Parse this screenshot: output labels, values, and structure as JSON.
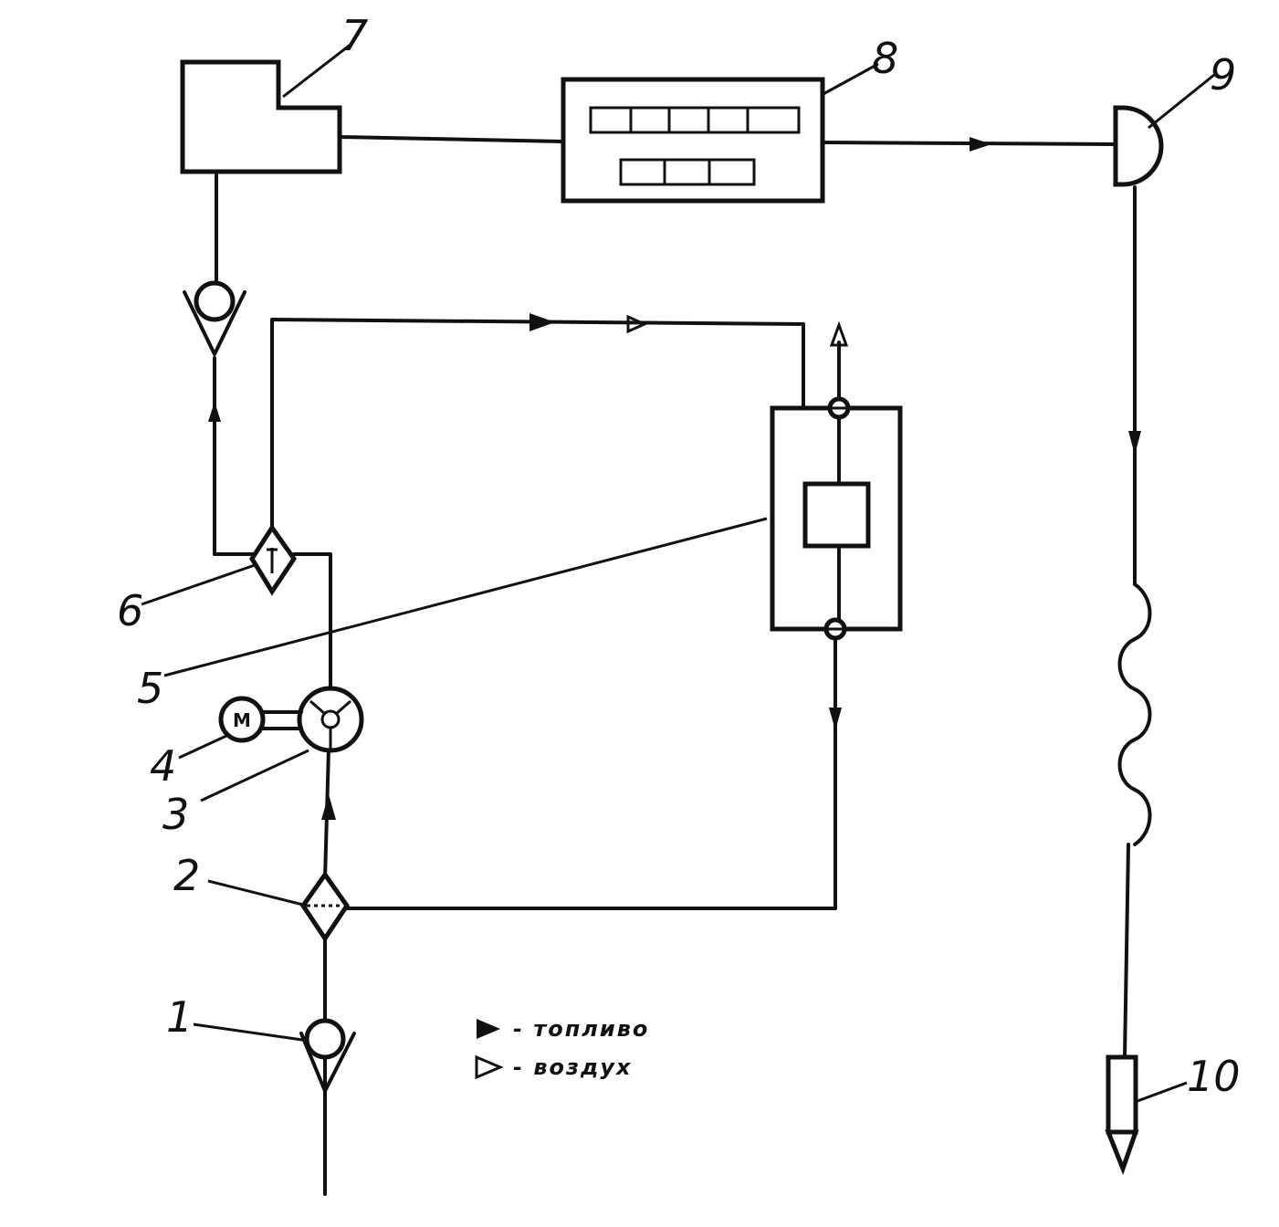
{
  "labels": {
    "n1": "1",
    "n2": "2",
    "n3": "3",
    "n4": "4",
    "n5": "5",
    "n6": "6",
    "n7": "7",
    "n8": "8",
    "n9": "9",
    "n10": "10"
  },
  "motor_letter": "M",
  "legend": {
    "fuel_text": "- топливо",
    "air_text": "- воздух"
  },
  "colors": {
    "ink": "#111111",
    "background": "#ffffff"
  }
}
